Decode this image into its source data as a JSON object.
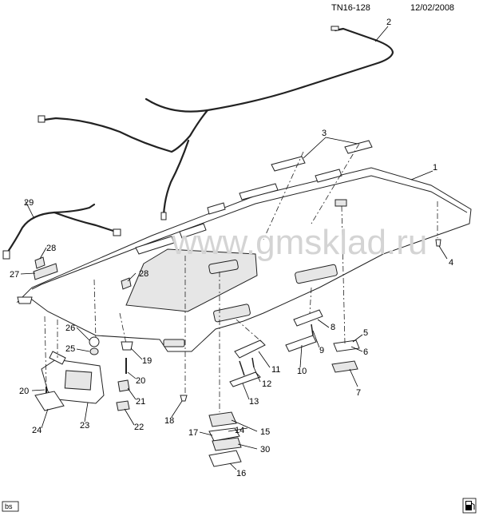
{
  "header": {
    "diagram_id": "TN16-128",
    "date": "12/02/2008"
  },
  "watermark": "www.gmsklad.ru",
  "footer": {
    "left_tag": "bs"
  },
  "callouts": [
    {
      "id": "c1",
      "label": "1"
    },
    {
      "id": "c2",
      "label": "2"
    },
    {
      "id": "c3",
      "label": "3"
    },
    {
      "id": "c4",
      "label": "4"
    },
    {
      "id": "c5",
      "label": "5"
    },
    {
      "id": "c6",
      "label": "6"
    },
    {
      "id": "c7",
      "label": "7"
    },
    {
      "id": "c8",
      "label": "8"
    },
    {
      "id": "c9",
      "label": "9"
    },
    {
      "id": "c10",
      "label": "10"
    },
    {
      "id": "c11",
      "label": "11"
    },
    {
      "id": "c12",
      "label": "12"
    },
    {
      "id": "c13",
      "label": "13"
    },
    {
      "id": "c14",
      "label": "14"
    },
    {
      "id": "c15",
      "label": "15"
    },
    {
      "id": "c16",
      "label": "16"
    },
    {
      "id": "c17",
      "label": "17"
    },
    {
      "id": "c18",
      "label": "18"
    },
    {
      "id": "c19",
      "label": "19"
    },
    {
      "id": "c20a",
      "label": "20"
    },
    {
      "id": "c20b",
      "label": "20"
    },
    {
      "id": "c21",
      "label": "21"
    },
    {
      "id": "c22",
      "label": "22"
    },
    {
      "id": "c23",
      "label": "23"
    },
    {
      "id": "c24",
      "label": "24"
    },
    {
      "id": "c25",
      "label": "25"
    },
    {
      "id": "c26",
      "label": "26"
    },
    {
      "id": "c27",
      "label": "27"
    },
    {
      "id": "c28a",
      "label": "28"
    },
    {
      "id": "c28b",
      "label": "28"
    },
    {
      "id": "c29",
      "label": "29"
    },
    {
      "id": "c30",
      "label": "30"
    }
  ]
}
